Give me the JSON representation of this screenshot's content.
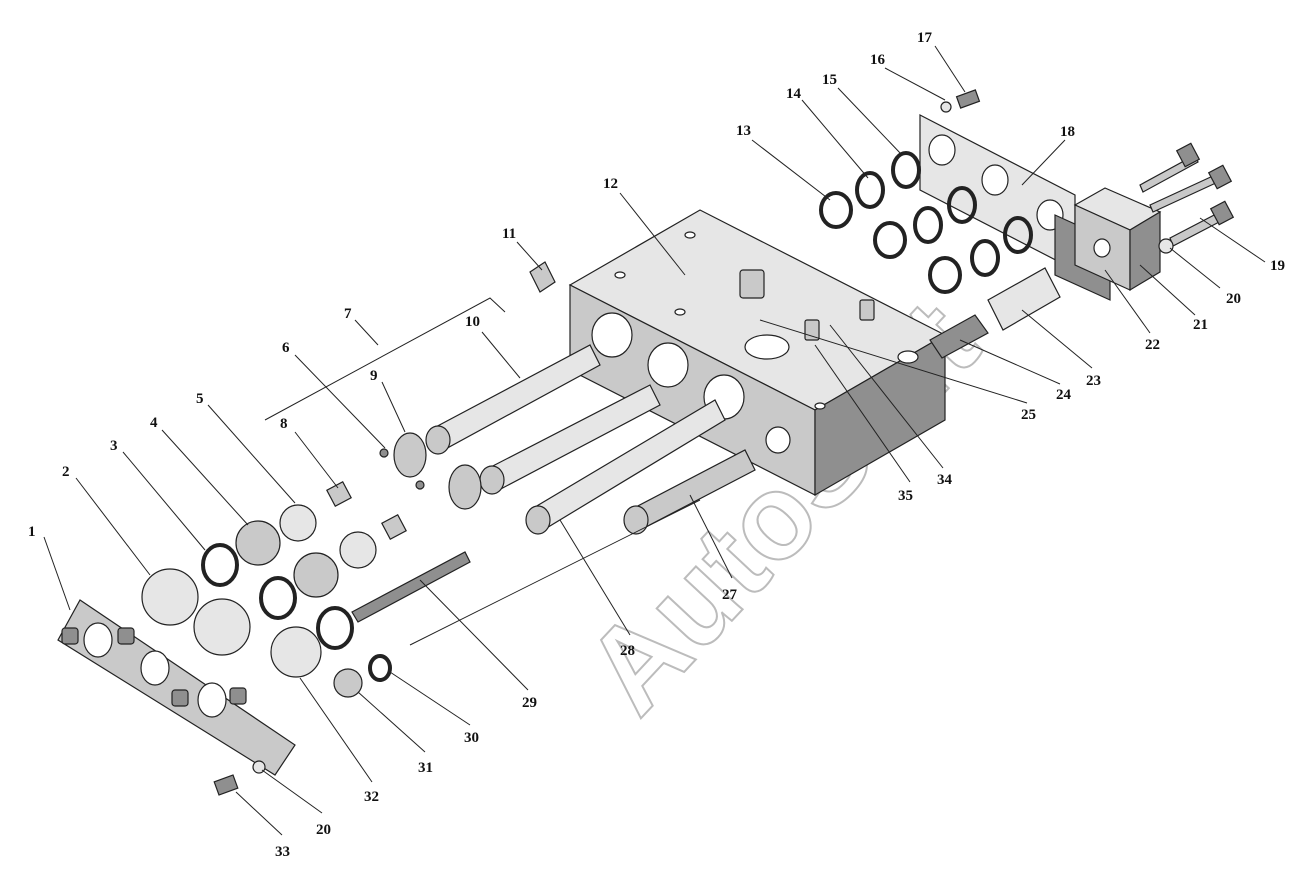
{
  "watermark": "AutoSoft",
  "callouts": [
    {
      "id": "1",
      "label": "1"
    },
    {
      "id": "2",
      "label": "2"
    },
    {
      "id": "3",
      "label": "3"
    },
    {
      "id": "4",
      "label": "4"
    },
    {
      "id": "5",
      "label": "5"
    },
    {
      "id": "6",
      "label": "6"
    },
    {
      "id": "7",
      "label": "7"
    },
    {
      "id": "8",
      "label": "8"
    },
    {
      "id": "9",
      "label": "9"
    },
    {
      "id": "10",
      "label": "10"
    },
    {
      "id": "11",
      "label": "11"
    },
    {
      "id": "12",
      "label": "12"
    },
    {
      "id": "13",
      "label": "13"
    },
    {
      "id": "14",
      "label": "14"
    },
    {
      "id": "15",
      "label": "15"
    },
    {
      "id": "16",
      "label": "16"
    },
    {
      "id": "17",
      "label": "17"
    },
    {
      "id": "18",
      "label": "18"
    },
    {
      "id": "19",
      "label": "19"
    },
    {
      "id": "20a",
      "label": "20"
    },
    {
      "id": "20b",
      "label": "20"
    },
    {
      "id": "21",
      "label": "21"
    },
    {
      "id": "22",
      "label": "22"
    },
    {
      "id": "23",
      "label": "23"
    },
    {
      "id": "24",
      "label": "24"
    },
    {
      "id": "25",
      "label": "25"
    },
    {
      "id": "27",
      "label": "27"
    },
    {
      "id": "28",
      "label": "28"
    },
    {
      "id": "29",
      "label": "29"
    },
    {
      "id": "30",
      "label": "30"
    },
    {
      "id": "31",
      "label": "31"
    },
    {
      "id": "32",
      "label": "32"
    },
    {
      "id": "33",
      "label": "33"
    },
    {
      "id": "34",
      "label": "34"
    },
    {
      "id": "35",
      "label": "35"
    }
  ]
}
